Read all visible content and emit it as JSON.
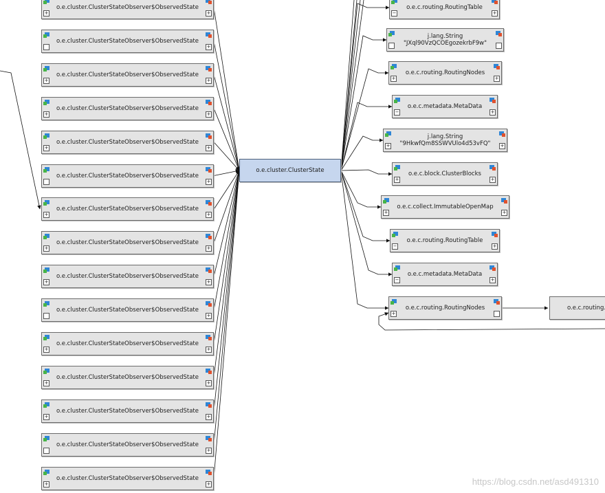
{
  "center": {
    "label": "o.e.cluster.ClusterState"
  },
  "left_nodes": [
    {
      "label": "o.e.cluster.ClusterStateObserver$ObservedState",
      "toggle": "+"
    },
    {
      "label": "o.e.cluster.ClusterStateObserver$ObservedState",
      "toggle": "i"
    },
    {
      "label": "o.e.cluster.ClusterStateObserver$ObservedState",
      "toggle": "+"
    },
    {
      "label": "o.e.cluster.ClusterStateObserver$ObservedState",
      "toggle": "+"
    },
    {
      "label": "o.e.cluster.ClusterStateObserver$ObservedState",
      "toggle": "+"
    },
    {
      "label": "o.e.cluster.ClusterStateObserver$ObservedState",
      "toggle": "i"
    },
    {
      "label": "o.e.cluster.ClusterStateObserver$ObservedState",
      "toggle": "+"
    },
    {
      "label": "o.e.cluster.ClusterStateObserver$ObservedState",
      "toggle": "+"
    },
    {
      "label": "o.e.cluster.ClusterStateObserver$ObservedState",
      "toggle": "+"
    },
    {
      "label": "o.e.cluster.ClusterStateObserver$ObservedState",
      "toggle": "i"
    },
    {
      "label": "o.e.cluster.ClusterStateObserver$ObservedState",
      "toggle": "+"
    },
    {
      "label": "o.e.cluster.ClusterStateObserver$ObservedState",
      "toggle": "+"
    },
    {
      "label": "o.e.cluster.ClusterStateObserver$ObservedState",
      "toggle": "+"
    },
    {
      "label": "o.e.cluster.ClusterStateObserver$ObservedState",
      "toggle": "i"
    },
    {
      "label": "o.e.cluster.ClusterStateObserver$ObservedState",
      "toggle": "+"
    }
  ],
  "right_nodes": [
    {
      "line1": "o.e.c.routing.RoutingTable",
      "line2": "",
      "toggle": "-"
    },
    {
      "line1": "j.lang.String",
      "line2": "\"JXql90VzQCOEgozekrbF9w\"",
      "toggle": "i"
    },
    {
      "line1": "o.e.c.routing.RoutingNodes",
      "line2": "",
      "toggle": "+"
    },
    {
      "line1": "o.e.c.metadata.MetaData",
      "line2": "",
      "toggle": "-"
    },
    {
      "line1": "j.lang.String",
      "line2": "\"9HkwfQm8SSWVUlo4d53vFQ\"",
      "toggle": "+"
    },
    {
      "line1": "o.e.c.block.ClusterBlocks",
      "line2": "",
      "toggle": "+"
    },
    {
      "line1": "o.e.c.collect.ImmutableOpenMap",
      "line2": "",
      "toggle": "+"
    },
    {
      "line1": "o.e.c.routing.RoutingTable",
      "line2": "",
      "toggle": "-"
    },
    {
      "line1": "o.e.c.metadata.MetaData",
      "line2": "",
      "toggle": "-"
    },
    {
      "line1": "o.e.c.routing.RoutingNodes",
      "line2": "",
      "toggle": "+"
    }
  ],
  "far_right_node": {
    "label": "o.e.c.routing."
  },
  "watermark": "https://blog.csdn.net/asd491310"
}
